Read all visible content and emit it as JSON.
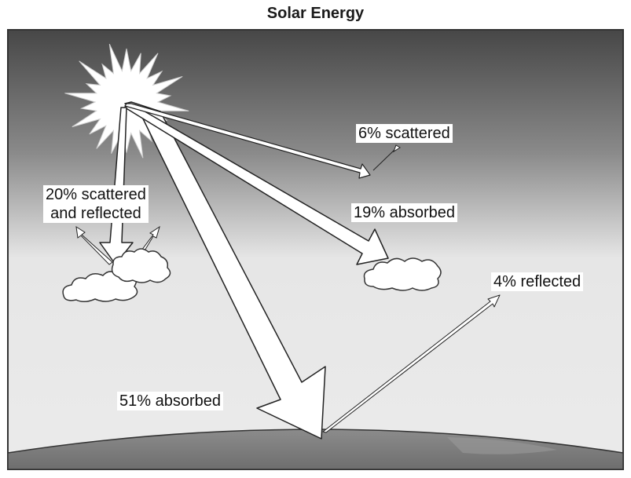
{
  "title": "Solar Energy",
  "labels": {
    "scattered_6": "6% scattered",
    "scattered_reflected_20_line1": "20% scattered",
    "scattered_reflected_20_line2": "and reflected",
    "absorbed_19": "19% absorbed",
    "reflected_4": "4% reflected",
    "absorbed_51": "51% absorbed"
  },
  "icons": [
    "sun-icon",
    "cloud-icon",
    "earth-surface"
  ],
  "colors": {
    "sky_top": "#4a4a4a",
    "sky_bottom": "#e8e8e8",
    "ground": "#7d7d7d",
    "arrow_fill": "#ffffff",
    "outline": "#222222"
  }
}
